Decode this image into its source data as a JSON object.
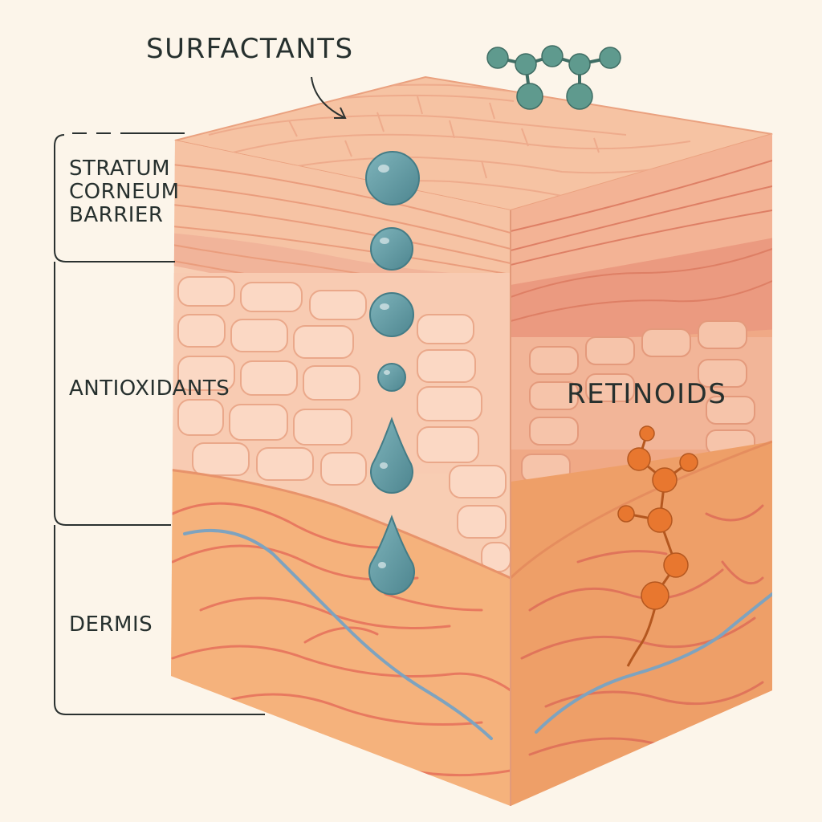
{
  "labels": {
    "surfactants": "SURFACTANTS",
    "stratum_line1": "STRATUM",
    "stratum_line2": "CORNEUM",
    "stratum_line3": "BARRIER",
    "antioxidants": "ANTIOXIDANTS",
    "retinoids": "RETINOIDS",
    "dermis": "DERMIS"
  },
  "colors": {
    "background": "#fcf5ea",
    "skin_top": "#f6c3a3",
    "skin_front": "#f8cdb3",
    "skin_side": "#f0a782",
    "dermis_front": "#f5b27c",
    "dermis_side": "#ee9f68",
    "fibers": "#e8795f",
    "vessel": "#7ea3bf",
    "droplet": "#5f9aa3",
    "surfactant_molecule": "#5f9a8e",
    "retinoid_molecule": "#e8772f",
    "text": "#26302e"
  },
  "icons": {
    "droplets": "water-droplet-icon",
    "surfactant": "surfactant-molecule-icon",
    "retinoid": "retinoid-molecule-icon"
  }
}
